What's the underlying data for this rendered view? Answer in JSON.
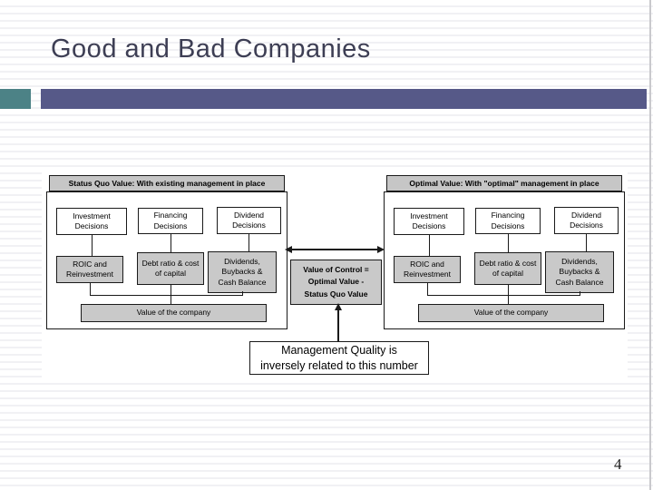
{
  "slide": {
    "title": "Good and Bad Companies",
    "page_number": "4",
    "colors": {
      "accent_teal": "#4c8286",
      "accent_purple": "#565988",
      "title_text": "#3d3e54",
      "box_gray": "#c9c9c9"
    }
  },
  "diagram": {
    "left_panel": {
      "header": "Status Quo Value: With existing management in place",
      "boxes": {
        "investment": "Investment Decisions",
        "financing": "Financing Decisions",
        "dividend": "Dividend Decisions",
        "roic": "ROIC and Reinvestment",
        "debt": "Debt ratio & cost of capital",
        "dividends_cash": "Dividends, Buybacks & Cash Balance",
        "value": "Value of the company"
      }
    },
    "right_panel": {
      "header": "Optimal Value: With \"optimal\" management in place",
      "boxes": {
        "investment": "Investment Decisions",
        "financing": "Financing Decisions",
        "dividend": "Dividend Decisions",
        "roic": "ROIC and Reinvestment",
        "debt": "Debt ratio & cost of capital",
        "dividends_cash": "Dividends, Buybacks & Cash Balance",
        "value": "Value of the company"
      }
    },
    "control_box": "Value of Control =\nOptimal Value -\nStatus Quo Value",
    "note_box": "Management Quality is\ninversely related to this number"
  }
}
